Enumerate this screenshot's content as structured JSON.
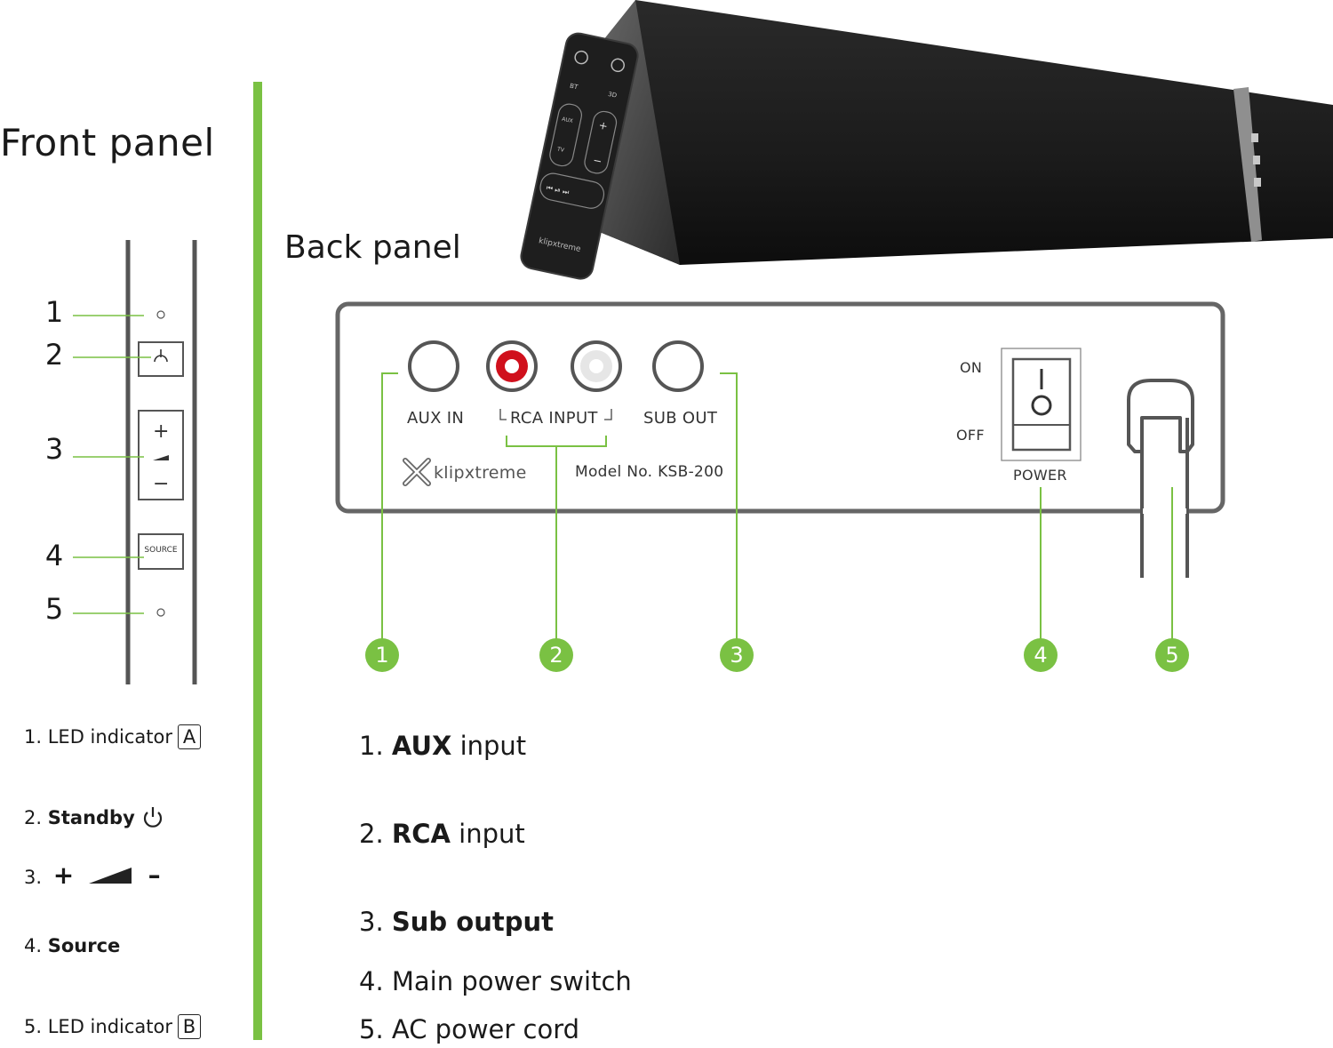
{
  "front": {
    "title": "Front panel",
    "numbers": [
      "1",
      "2",
      "3",
      "4",
      "5"
    ],
    "source_button_label": "SOURCE",
    "legend": [
      {
        "num": "1.",
        "text": "LED indicator",
        "badge": "A"
      },
      {
        "num": "2.",
        "text": "Standby"
      },
      {
        "num": "3."
      },
      {
        "num": "4.",
        "text": "Source"
      },
      {
        "num": "5.",
        "text": "LED indicator",
        "badge": "B"
      }
    ]
  },
  "back": {
    "title": "Back panel",
    "labels": {
      "aux_in": "AUX IN",
      "rca_input": "RCA INPUT",
      "sub_out": "SUB OUT",
      "on": "ON",
      "off": "OFF",
      "power": "POWER",
      "model": "Model No. KSB-200",
      "brand": "klipxtreme"
    },
    "callouts": [
      "1",
      "2",
      "3",
      "4",
      "5"
    ],
    "legend": [
      {
        "num": "1.",
        "bold": "AUX",
        "text": " input"
      },
      {
        "num": "2.",
        "bold": "RCA",
        "text": " input"
      },
      {
        "num": "3.",
        "bold": "Sub output",
        "text": ""
      },
      {
        "num": "4.",
        "bold": "",
        "text": "Main power switch"
      },
      {
        "num": "5.",
        "bold": "",
        "text": "AC power cord"
      }
    ]
  },
  "remote": {
    "brand": "klipxtreme",
    "button_labels": [
      "BT",
      "3D",
      "AUX",
      "TV"
    ]
  },
  "colors": {
    "accent": "#7ac143",
    "rca_red": "#d0101c",
    "panel_stroke": "#666666"
  }
}
